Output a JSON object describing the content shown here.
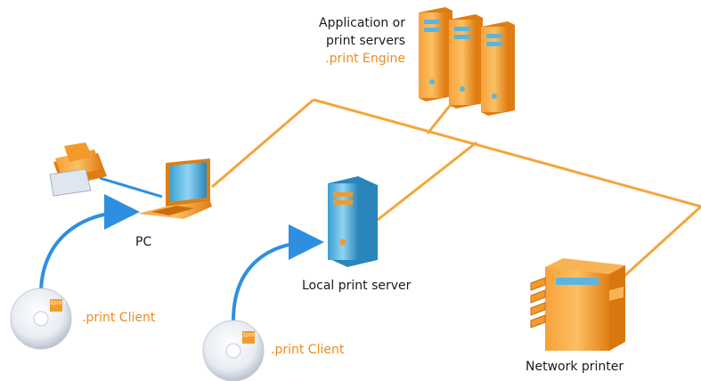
{
  "labels": {
    "servers_line1": "Application or",
    "servers_line2": "print servers",
    "servers_line3": ".print Engine",
    "pc": "PC",
    "local_server": "Local print server",
    "client_left": ".print Client",
    "client_mid": ".print Client",
    "network_printer": "Network printer",
    "cd_logo": "2print"
  },
  "colors": {
    "accent_orange": "#f39a2b",
    "network_line": "#f5a53a",
    "connector_blue": "#2e8fe0",
    "server_blue": "#5ab6de"
  },
  "icons": [
    "printer-icon",
    "laptop-icon",
    "server-rack-icon",
    "local-server-icon",
    "network-printer-icon",
    "cd-icon"
  ]
}
